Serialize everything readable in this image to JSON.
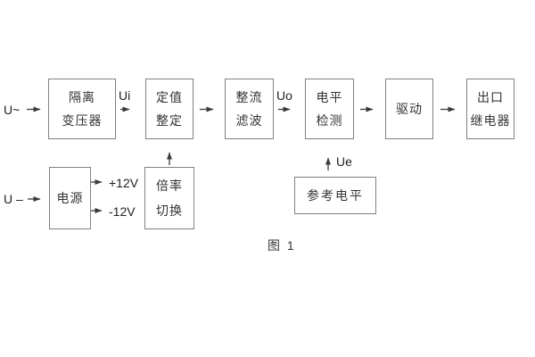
{
  "diagram": {
    "caption": "图 1",
    "blocks": [
      {
        "id": "isolation-transformer",
        "line1": "隔离",
        "line2": "变压器"
      },
      {
        "id": "setting-adjust",
        "line1": "定值",
        "line2": "整定"
      },
      {
        "id": "rectifier-filter",
        "line1": "整流",
        "line2": "滤波"
      },
      {
        "id": "level-detection",
        "line1": "电平",
        "line2": "检测"
      },
      {
        "id": "drive",
        "line1": "驱动"
      },
      {
        "id": "output-relay",
        "line1": "出口",
        "line2": "继电器"
      },
      {
        "id": "power-supply",
        "line1": "电源"
      },
      {
        "id": "ratio-switch",
        "line1": "倍率",
        "line2": "切换"
      },
      {
        "id": "reference-level",
        "line1": "参考电平"
      }
    ],
    "labels": {
      "input_ac": "U~",
      "input_dc": "U –",
      "ui": "Ui",
      "uo": "Uo",
      "ue": "Ue",
      "plus_12v": "+12V",
      "minus_12v": "-12V"
    },
    "colors": {
      "background": "#ffffff",
      "border": "#808080",
      "text": "#333333",
      "arrow": "#3a3a3a"
    }
  }
}
